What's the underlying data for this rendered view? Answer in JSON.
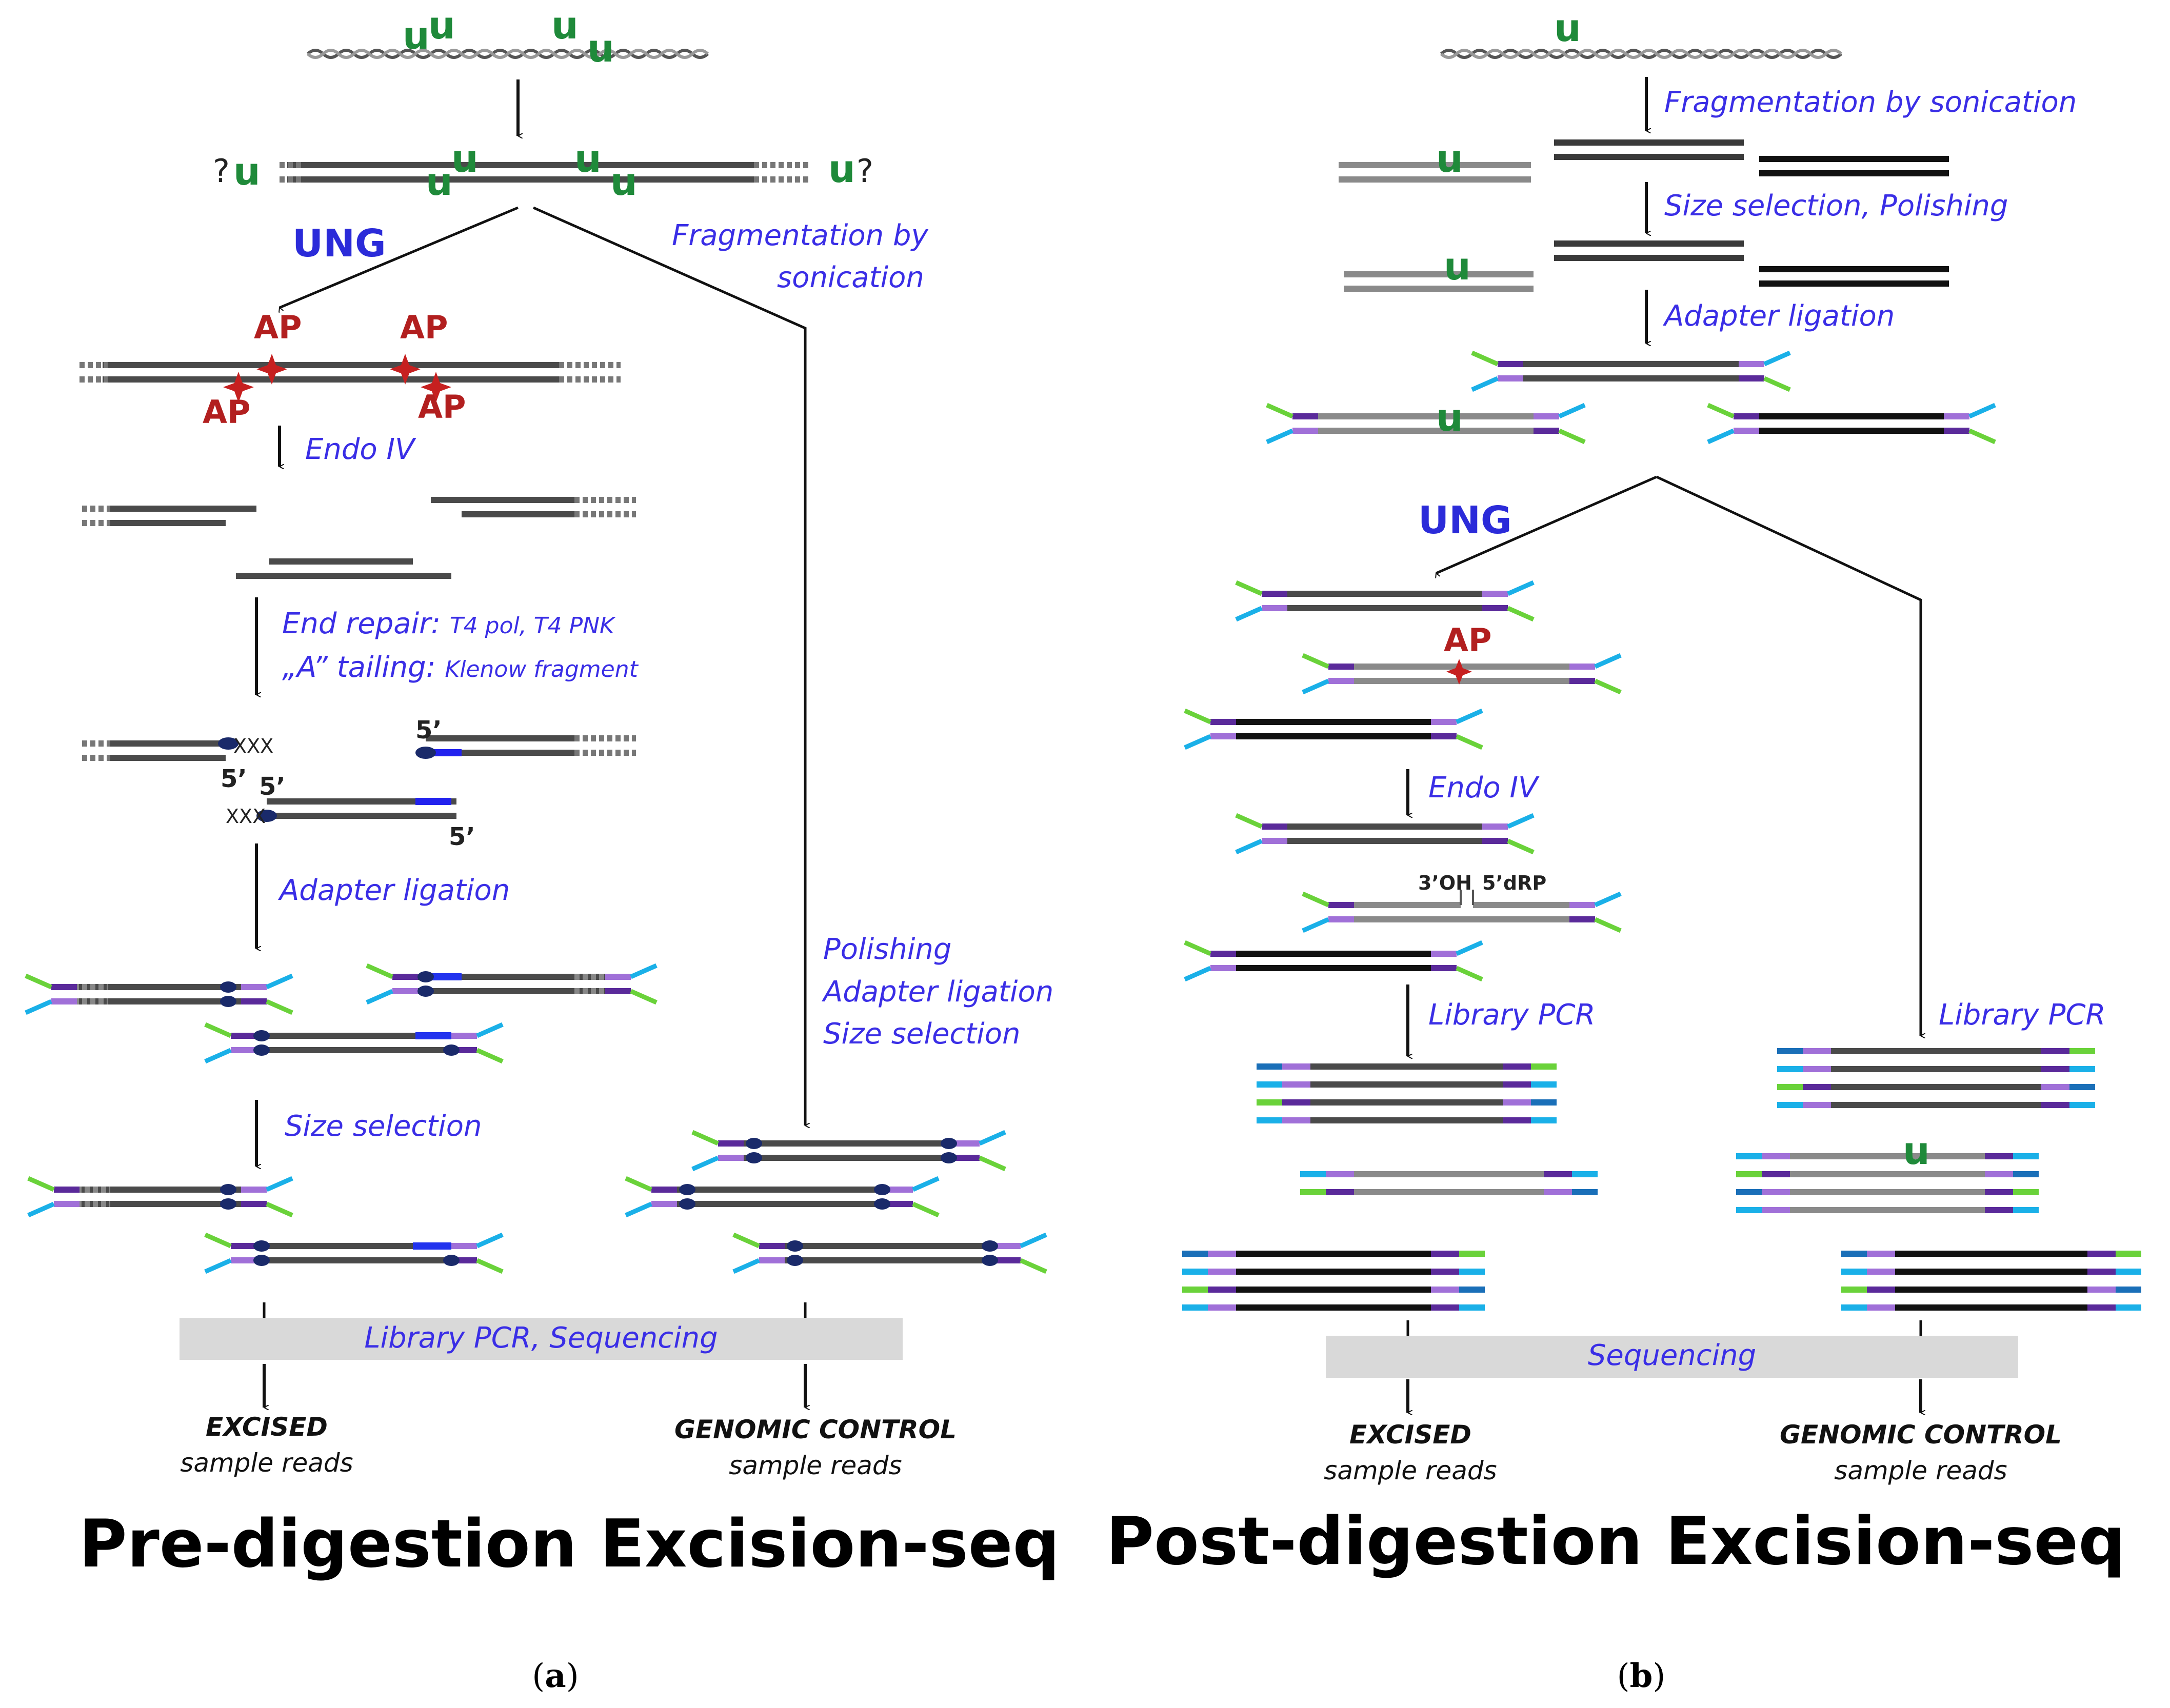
{
  "panel_a": {
    "title": "Pre-digestion Excision-seq",
    "label": "a",
    "enzyme": "UNG",
    "ap_label": "AP",
    "u_label": "u",
    "question_mark": "?",
    "five_prime": "5’",
    "xxx": "XXX",
    "steps": {
      "fragmentation_1": "Fragmentation by",
      "fragmentation_2": "sonication",
      "endo_iv": "Endo IV",
      "end_repair_prefix": "End repair: ",
      "end_repair_enzymes": "T4 pol, T4 PNK",
      "a_tailing_prefix": "„A” tailing: ",
      "a_tailing_enzyme": "Klenow fragment",
      "adapter_ligation": "Adapter ligation",
      "polishing": "Polishing",
      "adapter_ligation_2": "Adapter ligation",
      "size_selection_2": "Size selection",
      "size_selection": "Size selection",
      "library_pcr_sequencing": "Library PCR, Sequencing"
    },
    "outputs": {
      "excised_bold": "EXCISED",
      "excised_sub": "sample reads",
      "control_bold": "GENOMIC CONTROL",
      "control_sub": "sample reads"
    }
  },
  "panel_b": {
    "title": "Post-digestion Excision-seq",
    "label": "b",
    "enzyme": "UNG",
    "ap_label": "AP",
    "u_label": "u",
    "three_oh": "3’OH",
    "five_drp": "5’dRP",
    "steps": {
      "fragmentation": "Fragmentation by sonication",
      "size_selection_polishing": "Size selection, Polishing",
      "adapter_ligation": "Adapter ligation",
      "endo_iv": "Endo IV",
      "library_pcr_left": "Library PCR",
      "library_pcr_right": "Library PCR",
      "sequencing": "Sequencing"
    },
    "outputs": {
      "excised_bold": "EXCISED",
      "excised_sub": "sample reads",
      "control_bold": "GENOMIC CONTROL",
      "control_sub": "sample reads"
    }
  },
  "colors": {
    "step_text": "#3a2ee6",
    "enzyme_text": "#2b2bd9",
    "ap": "#b21f1f",
    "uracil": "#1f8a3a",
    "adapter_purple": "#a070d8",
    "adapter_dark_purple": "#5a2a9a",
    "adapter_cyan": "#1ab0e8",
    "adapter_green": "#6ad23a",
    "dna_dark": "#4a4a4a",
    "dna_grey": "#8a8a8a",
    "dna_black": "#111111",
    "sequencing_bar": "#d9d9d9"
  }
}
